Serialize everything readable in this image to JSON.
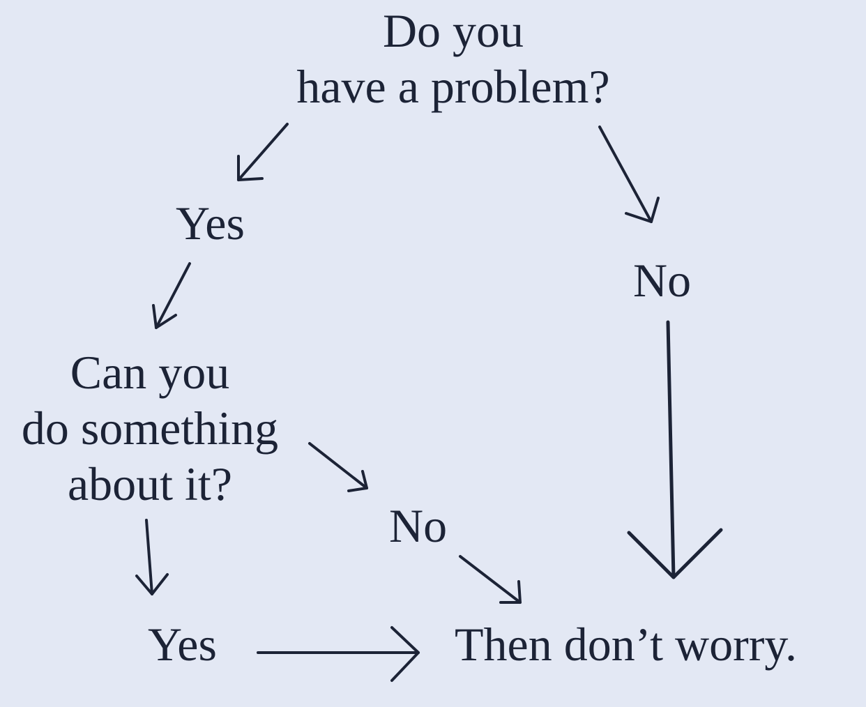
{
  "nodes": {
    "q1_line1": "Do you",
    "q1_line2": "have a problem?",
    "yes1": "Yes",
    "no1": "No",
    "q2_line1": "Can you",
    "q2_line2": "do something",
    "q2_line3": "about it?",
    "no2": "No",
    "yes2": "Yes",
    "result": "Then don’t worry."
  },
  "colors": {
    "background": "#e3e8f4",
    "ink": "#1c2336"
  }
}
